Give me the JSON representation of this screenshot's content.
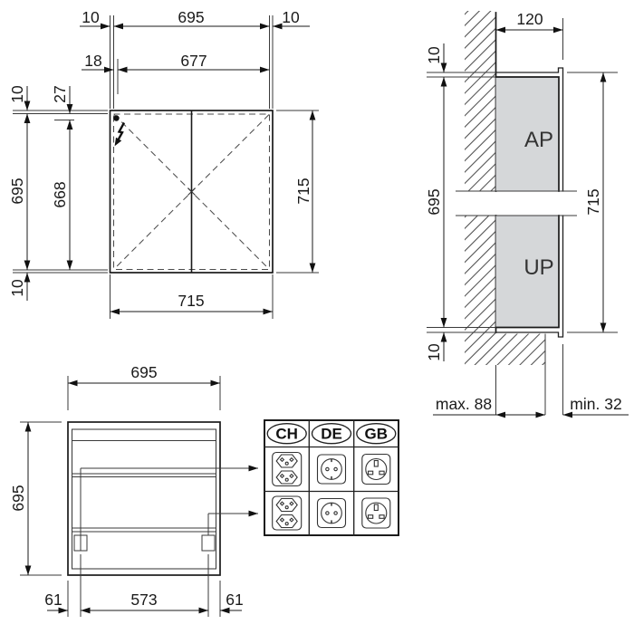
{
  "drawing": {
    "colors": {
      "line": "#1a1a1a",
      "body_fill": "#d5d7d9",
      "background": "#ffffff"
    },
    "front_view": {
      "overhang_left": "10",
      "body_width": "695",
      "overhang_right": "10",
      "hinge_offset": "18",
      "inner_width": "677",
      "overhang_top": "10",
      "connection_offset": "27",
      "body_height": "695",
      "connection_height": "668",
      "overhang_bottom": "10",
      "mirror_height": "715",
      "mirror_width": "715",
      "connection_icon": "lightning-bolt"
    },
    "section_view": {
      "depth": "120",
      "gap_top": "10",
      "body_height": "695",
      "gap_bottom": "10",
      "mirror_height": "715",
      "surface_label": "AP",
      "flush_label": "UP",
      "recess": "max. 88",
      "projection": "min. 32"
    },
    "interior_view": {
      "width": "695",
      "height": "695",
      "margin_left": "61",
      "span": "573",
      "margin_right": "61"
    },
    "socket_table": {
      "headers": [
        "CH",
        "DE",
        "GB"
      ],
      "socket_icons": [
        "swiss-type-j-double-socket",
        "german-schuko-socket",
        "british-bs1363-socket"
      ]
    }
  }
}
